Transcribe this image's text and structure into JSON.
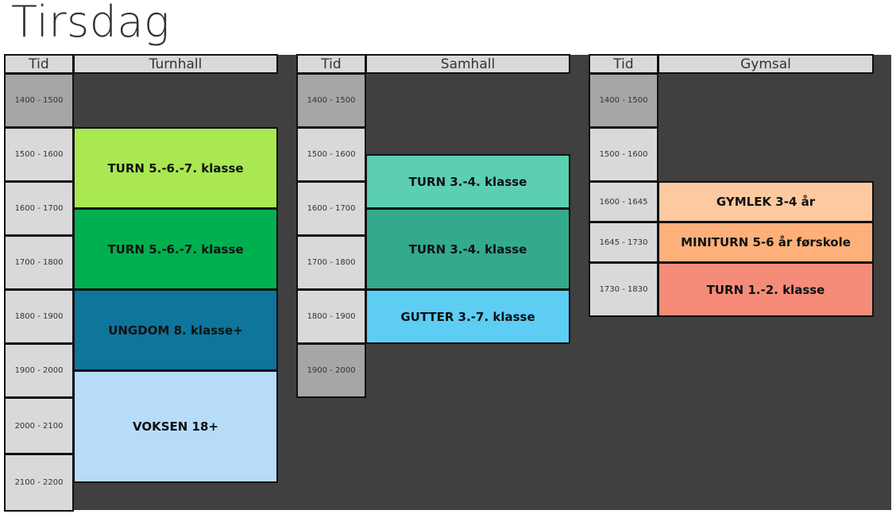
{
  "title": "Tirsdag",
  "halls": [
    {
      "tid": "Tid",
      "name": "Turnhall",
      "times": [
        "1400 - 1500",
        "1500 - 1600",
        "1600 - 1700",
        "1700 - 1800",
        "1800 - 1900",
        "1900 - 2000",
        "2000 - 2100",
        "2100 - 2200"
      ],
      "blocks": [
        {
          "label": "TURN 5.-6.-7. klasse",
          "color": "#a9e851"
        },
        {
          "label": "TURN 5.-6.-7. klasse",
          "color": "#00b050"
        },
        {
          "label": "UNGDOM 8. klasse+",
          "color": "#0e759c"
        },
        {
          "label": "VOKSEN 18+",
          "color": "#b6dcf9"
        }
      ]
    },
    {
      "tid": "Tid",
      "name": "Samhall",
      "times": [
        "1400 - 1500",
        "1500 - 1600",
        "1600 - 1700",
        "1700 - 1800",
        "1800 - 1900",
        "1900 - 2000"
      ],
      "blocks": [
        {
          "label": "TURN 3.-4. klasse",
          "color": "#5ccfb2"
        },
        {
          "label": "TURN 3.-4. klasse",
          "color": "#34aa8c"
        },
        {
          "label": "GUTTER 3.-7. klasse",
          "color": "#5dcdf4"
        }
      ]
    },
    {
      "tid": "Tid",
      "name": "Gymsal",
      "times": [
        "1400 - 1500",
        "1500 - 1600",
        "1600 - 1645",
        "1645 - 1730",
        "1730 - 1830"
      ],
      "blocks": [
        {
          "label": "GYMLEK 3-4 år",
          "color": "#fdc9a1"
        },
        {
          "label": "MINITURN 5-6 år førskole",
          "color": "#fdb07a"
        },
        {
          "label": "TURN 1.-2. klasse",
          "color": "#f58c7a"
        }
      ]
    }
  ]
}
